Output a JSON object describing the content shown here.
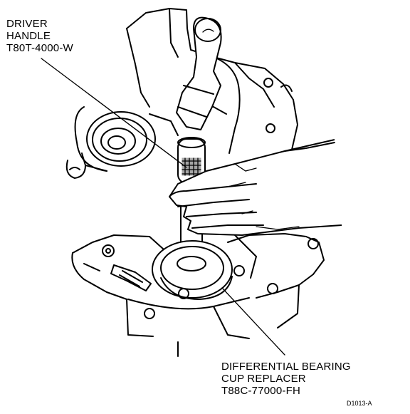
{
  "callouts": {
    "driver_handle": {
      "line1": "DRIVER",
      "line2": "HANDLE",
      "line3": "T80T-4000-W"
    },
    "bearing_cup_replacer": {
      "line1": "DIFFERENTIAL BEARING",
      "line2": "CUP REPLACER",
      "line3": "T88C-77000-FH"
    }
  },
  "figure_ref": "D1013-A",
  "colors": {
    "ink": "#000000",
    "paper": "#ffffff"
  }
}
